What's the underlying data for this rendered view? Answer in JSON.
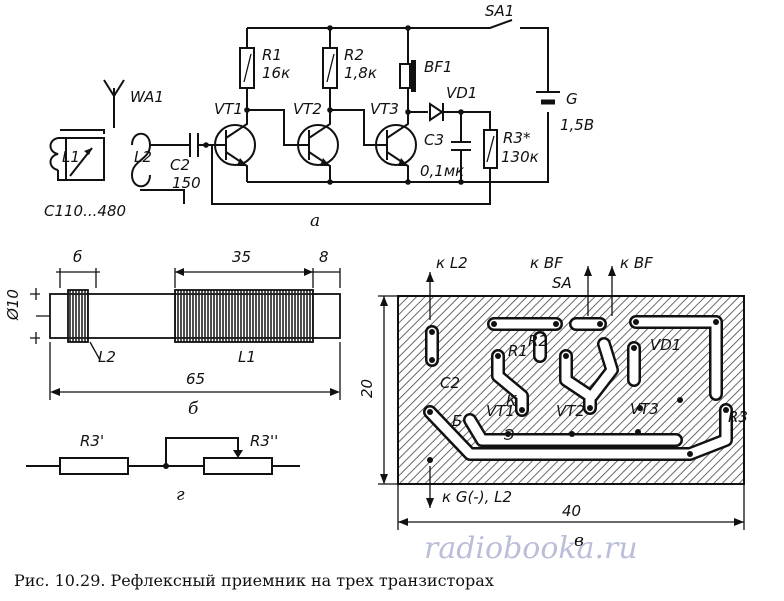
{
  "schematic": {
    "components": {
      "antenna": "WA1",
      "coil1": "L1",
      "cap_range": "C110...480",
      "coil2": "L2",
      "c2_name": "C2",
      "c2_value": "150",
      "r1_name": "R1",
      "r1_value": "16к",
      "r2_name": "R2",
      "r2_value": "1,8к",
      "vt1": "VT1",
      "vt2": "VT2",
      "vt3": "VT3",
      "bf1": "BF1",
      "vd1": "VD1",
      "c3_name": "C3",
      "c3_value": "0,1мк",
      "r3_name": "R3*",
      "r3_value": "130к",
      "switch": "SA1",
      "battery_name": "G",
      "battery_value": "1,5В"
    },
    "sublabel": "а"
  },
  "coil_drawing": {
    "dim_g": "б",
    "dim_35": "35",
    "dim_8": "8",
    "dim_phi10": "Ø10",
    "dim_65": "65",
    "label_l2": "L2",
    "label_l1": "L1",
    "sublabel": "б"
  },
  "resistor_drawing": {
    "r3a": "R3'",
    "r3b": "R3''",
    "sublabel": "г"
  },
  "pcb": {
    "to_l2": "к L2",
    "to_bf_a": "к BF",
    "sa": "SA",
    "to_bf_b": "к BF",
    "r1": "R1",
    "r2": "R2",
    "vd1": "VD1",
    "c2": "C2",
    "vt1": "VT1",
    "vt2": "VT2",
    "vt3": "VT3",
    "r3": "R3",
    "pin_k": "К",
    "pin_b": "Б",
    "pin_e": "Э",
    "to_g": "к G(-), L2",
    "dim_20": "20",
    "dim_40": "40",
    "sublabel": "в"
  },
  "watermark": "radiobooka.ru",
  "caption": "Рис. 10.29. Рефлексный приемник на трех транзисторах"
}
